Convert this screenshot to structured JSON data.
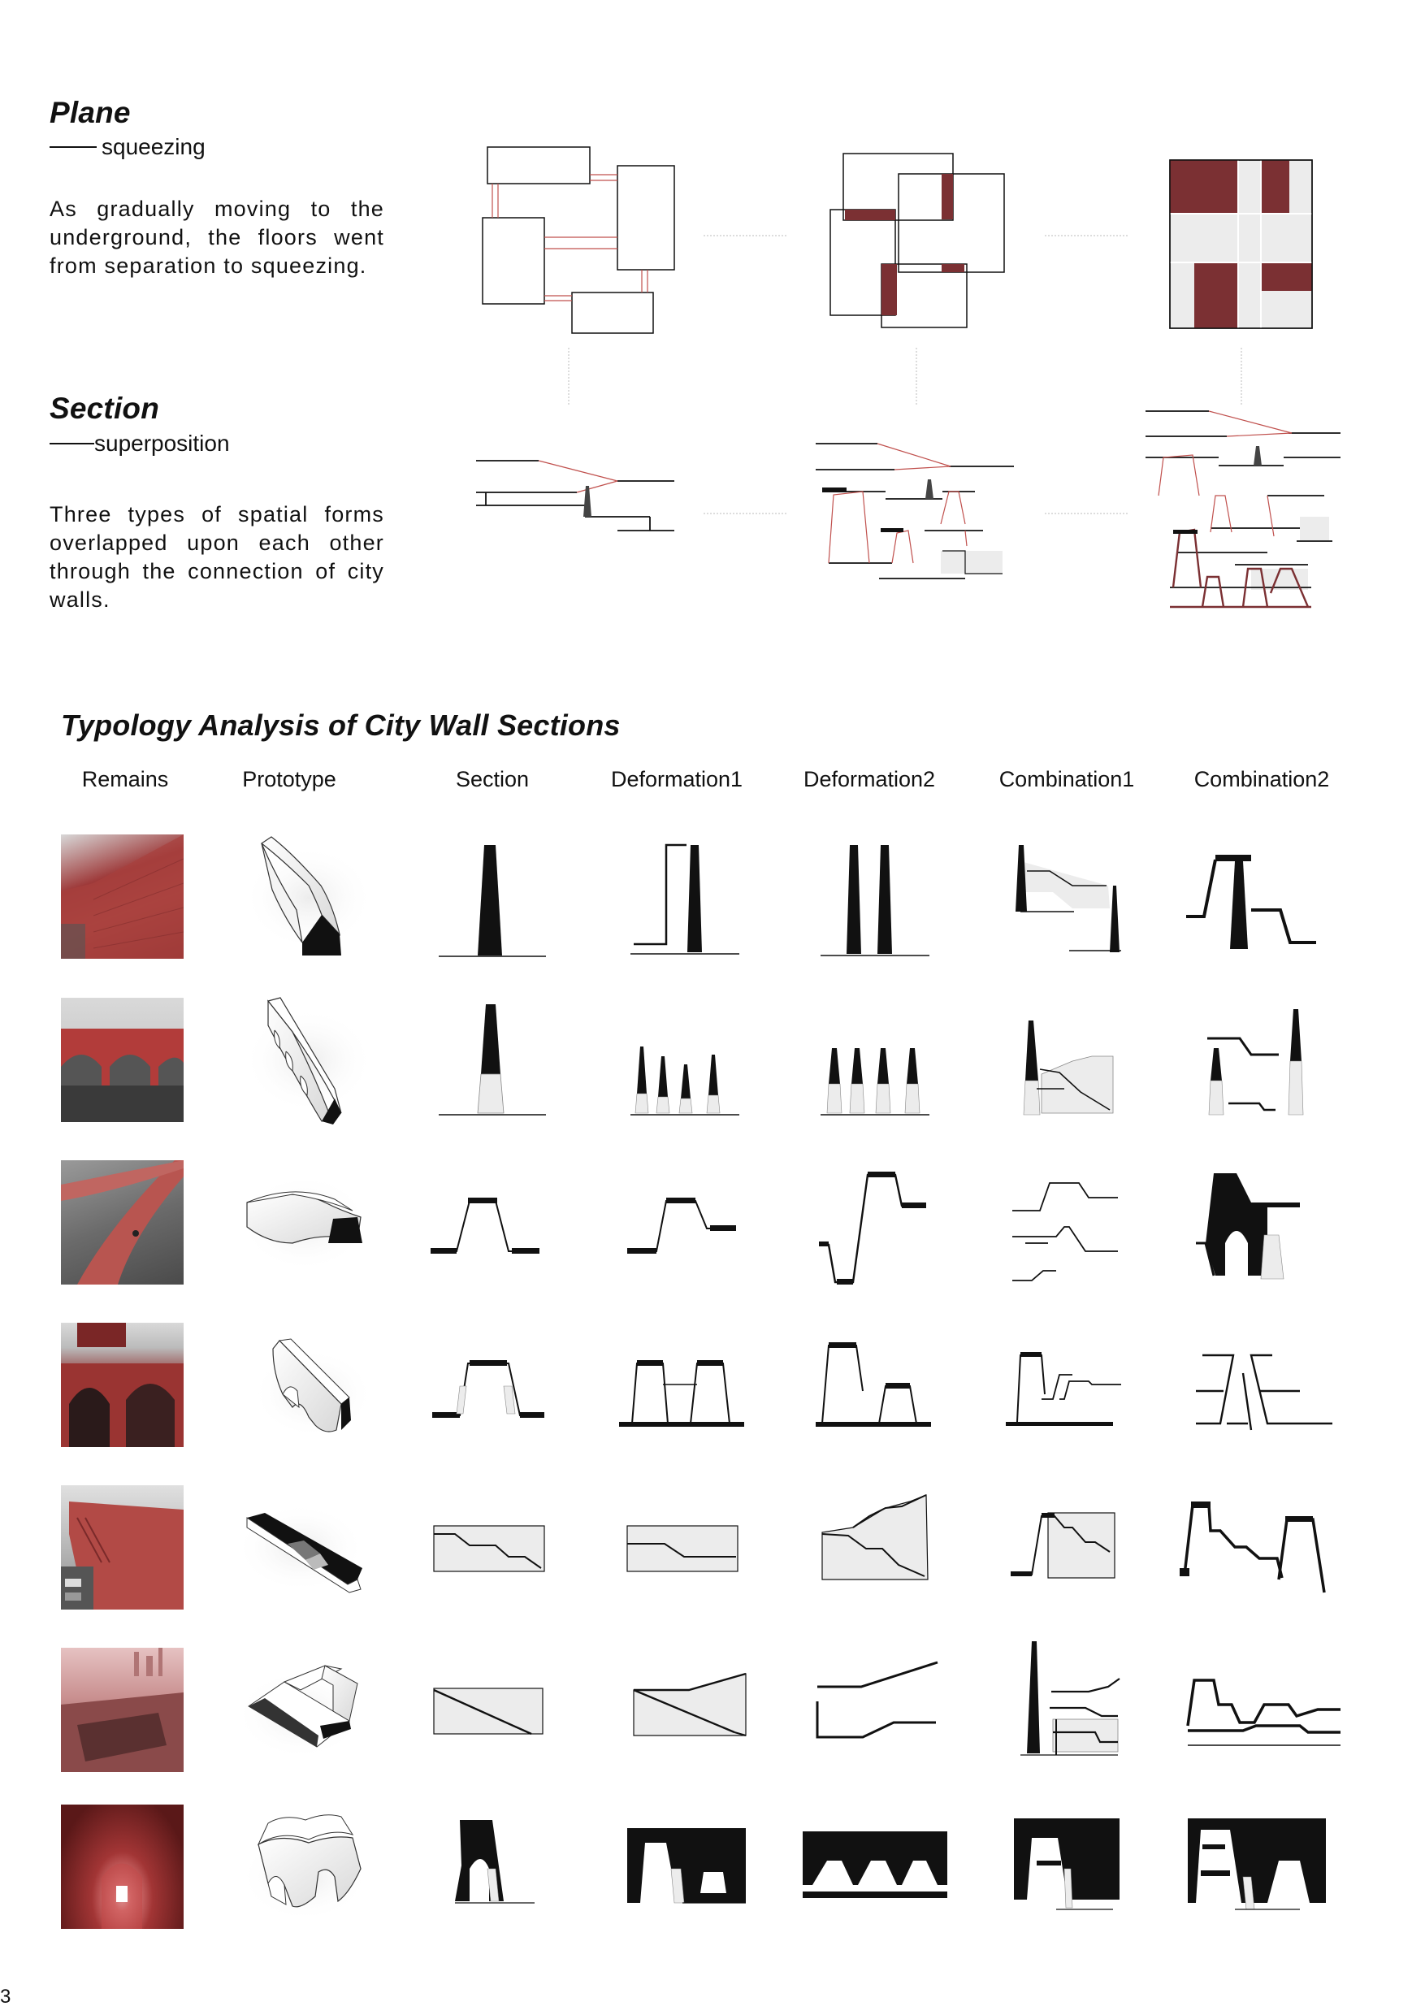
{
  "plane": {
    "title": "Plane",
    "subtitle": "squeezing",
    "text": "As gradually moving to the underground, the floors went from separation to squeezing."
  },
  "section": {
    "title": "Section",
    "subtitle": "superposition",
    "text": "Three types of spatial forms overlapped upon each other through the connection of city walls."
  },
  "typology": {
    "title": "Typology Analysis of City Wall Sections",
    "columns": [
      "Remains",
      "Prototype",
      "Section",
      "Deformation1",
      "Deformation2",
      "Combination1",
      "Combination2"
    ]
  },
  "colors": {
    "accent": "#7b3033",
    "line_red": "#c0504d",
    "fill_grey": "#ececec",
    "photo_tint": "#b03a3a"
  },
  "page_number": "3"
}
